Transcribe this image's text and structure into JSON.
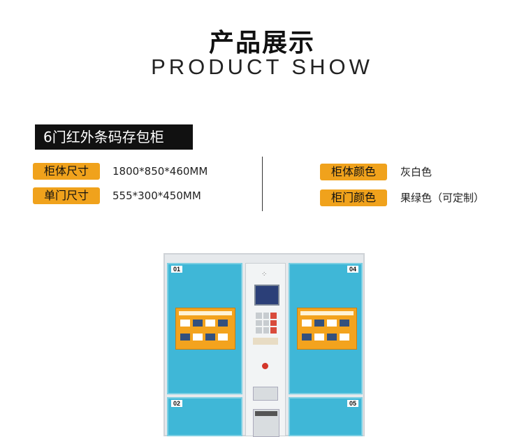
{
  "header": {
    "title_cn": "产品展示",
    "title_en": "PRODUCT SHOW"
  },
  "product": {
    "name": "6门红外条码存包柜"
  },
  "specs_left": [
    {
      "label": "柜体尺寸",
      "value": "1800*850*460MM"
    },
    {
      "label": "单门尺寸",
      "value": "555*300*450MM"
    }
  ],
  "specs_right": [
    {
      "label": "柜体颜色",
      "value": "灰白色"
    },
    {
      "label": "柜门颜色",
      "value": "果绿色（可定制）"
    }
  ],
  "locker": {
    "door_numbers": [
      "01",
      "04",
      "02",
      "05"
    ],
    "colors": {
      "door": "#3fb7d7",
      "label": "#f3a31e",
      "frame": "#e6e9ec"
    }
  }
}
